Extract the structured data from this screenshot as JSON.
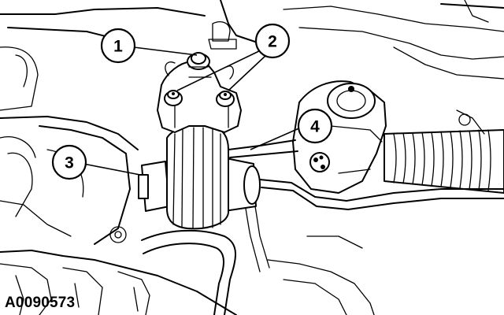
{
  "figure": {
    "id_label": "A0090573"
  },
  "callouts": [
    {
      "label": "1"
    },
    {
      "label": "2"
    },
    {
      "label": "3"
    },
    {
      "label": "4"
    }
  ]
}
